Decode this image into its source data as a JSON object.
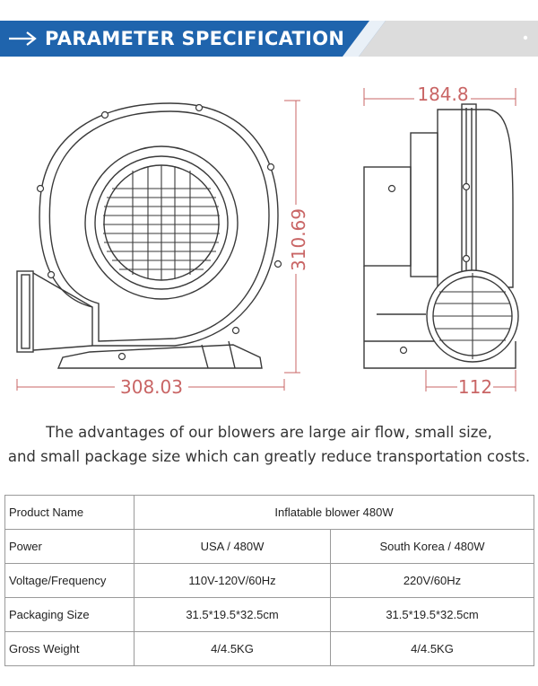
{
  "header": {
    "title": "PARAMETER SPECIFICATION",
    "colors": {
      "banner_blue": "#1f64ad",
      "banner_grey": "#dcdcdc",
      "dimension_red": "#c96565"
    }
  },
  "drawing": {
    "dimensions": {
      "width": "308.03",
      "height": "310.69",
      "depth": "184.8",
      "outlet": "112"
    }
  },
  "description": {
    "line1": "The advantages of our blowers are large air flow, small size,",
    "line2": "and small package size which can greatly reduce transportation costs."
  },
  "table": {
    "rows": [
      {
        "label": "Product Name",
        "value": "Inflatable blower  480W"
      },
      {
        "label": "Power",
        "usa": "USA / 480W",
        "korea": "South Korea / 480W"
      },
      {
        "label": "Voltage/Frequency",
        "usa": "110V-120V/60Hz",
        "korea": "220V/60Hz"
      },
      {
        "label": "Packaging Size",
        "usa": "31.5*19.5*32.5cm",
        "korea": "31.5*19.5*32.5cm"
      },
      {
        "label": "Gross Weight",
        "usa": "4/4.5KG",
        "korea": "4/4.5KG"
      }
    ]
  }
}
